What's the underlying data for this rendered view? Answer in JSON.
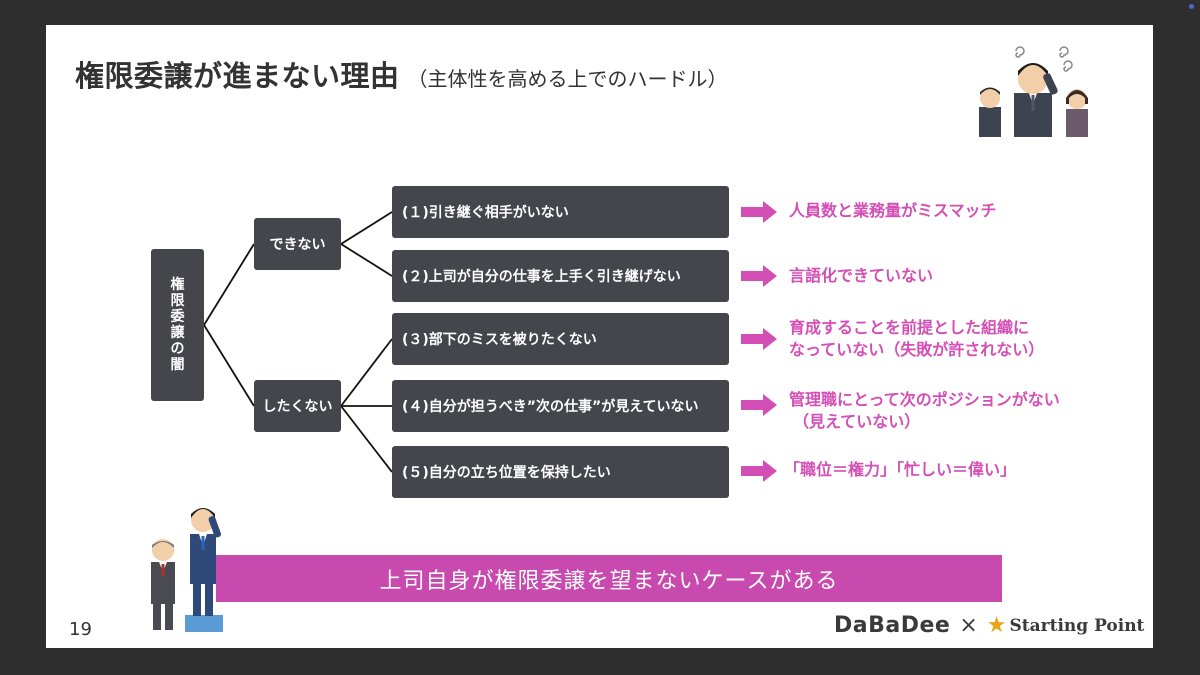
{
  "slide": {
    "title": "権限委譲が進まない理由",
    "subtitle": "（主体性を高める上でのハードル）",
    "page_number": "19"
  },
  "tree": {
    "root_chars": [
      "権",
      "限",
      "委",
      "譲",
      "の",
      "闇"
    ],
    "branches": {
      "cannot": "できない",
      "unwilling": "したくない"
    },
    "reasons": [
      {
        "label": "(１)引き継ぐ相手がいない",
        "result_lines": [
          "人員数と業務量がミスマッチ"
        ]
      },
      {
        "label": "(２)上司が自分の仕事を上手く引き継げない",
        "result_lines": [
          "言語化できていない"
        ]
      },
      {
        "label": "(３)部下のミスを被りたくない",
        "result_lines": [
          "育成することを前提とした組織に",
          "なっていない（失敗が許されない）"
        ]
      },
      {
        "label": "(４)自分が担うべき”次の仕事”が見えていない",
        "result_lines": [
          "管理職にとって次のポジションがない",
          "（見えていない）"
        ]
      },
      {
        "label": "(５)自分の立ち位置を保持したい",
        "result_lines": [
          "「職位＝権力」「忙しい＝偉い」"
        ]
      }
    ]
  },
  "banner": {
    "text": "上司自身が権限委譲を望まないケースがある"
  },
  "footer": {
    "brand_left": "DaBaDee",
    "cross": "×",
    "brand_right_star": "★",
    "brand_right": "Starting Point"
  },
  "colors": {
    "box": "#45454c",
    "accent": "#d44fb5",
    "banner": "#c84aae"
  }
}
